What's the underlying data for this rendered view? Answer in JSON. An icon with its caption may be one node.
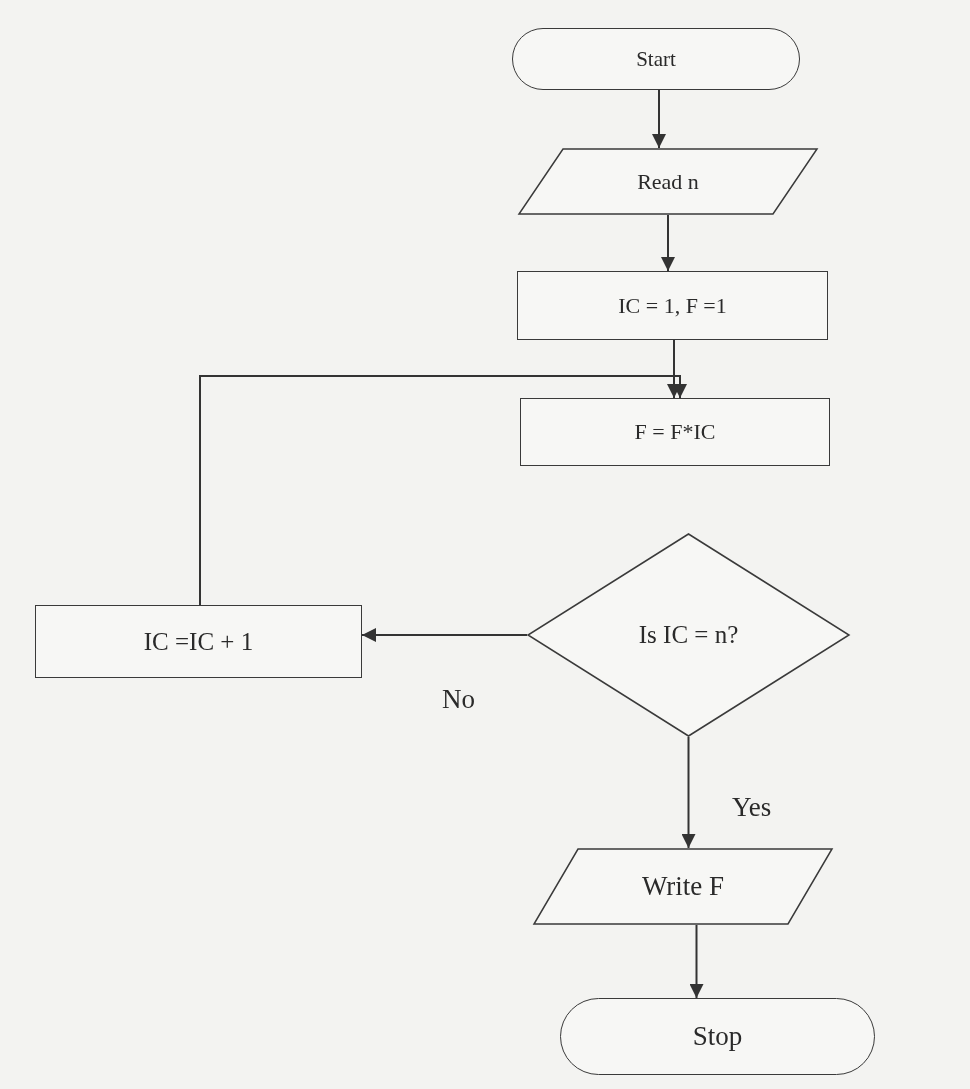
{
  "diagram": {
    "nodes": [
      {
        "text": [
          "Start"
        ]
      },
      {
        "text": [
          "Read n"
        ]
      },
      {
        "text": [
          "IC = 1, F =1"
        ]
      },
      {
        "text": [
          "F = F*IC"
        ]
      },
      {
        "text": [
          "Is IC = n?"
        ]
      },
      {
        "text": [
          "IC =IC + 1"
        ]
      },
      {
        "text": [
          "Write F"
        ]
      },
      {
        "text": [
          "Stop"
        ]
      }
    ],
    "edges": [
      {
        "from": 0,
        "to": 1,
        "arrow": "to"
      },
      {
        "from": 1,
        "to": 2,
        "arrow": "to"
      },
      {
        "from": 2,
        "to": 3,
        "arrow": "to"
      },
      {
        "from": 4,
        "to": 5,
        "arrow": "to",
        "label": "No"
      },
      {
        "from": 5,
        "to": 3,
        "arrow": "to"
      },
      {
        "from": 4,
        "to": 6,
        "arrow": "to",
        "label": "Yes"
      },
      {
        "from": 6,
        "to": 7,
        "arrow": "to"
      }
    ]
  }
}
